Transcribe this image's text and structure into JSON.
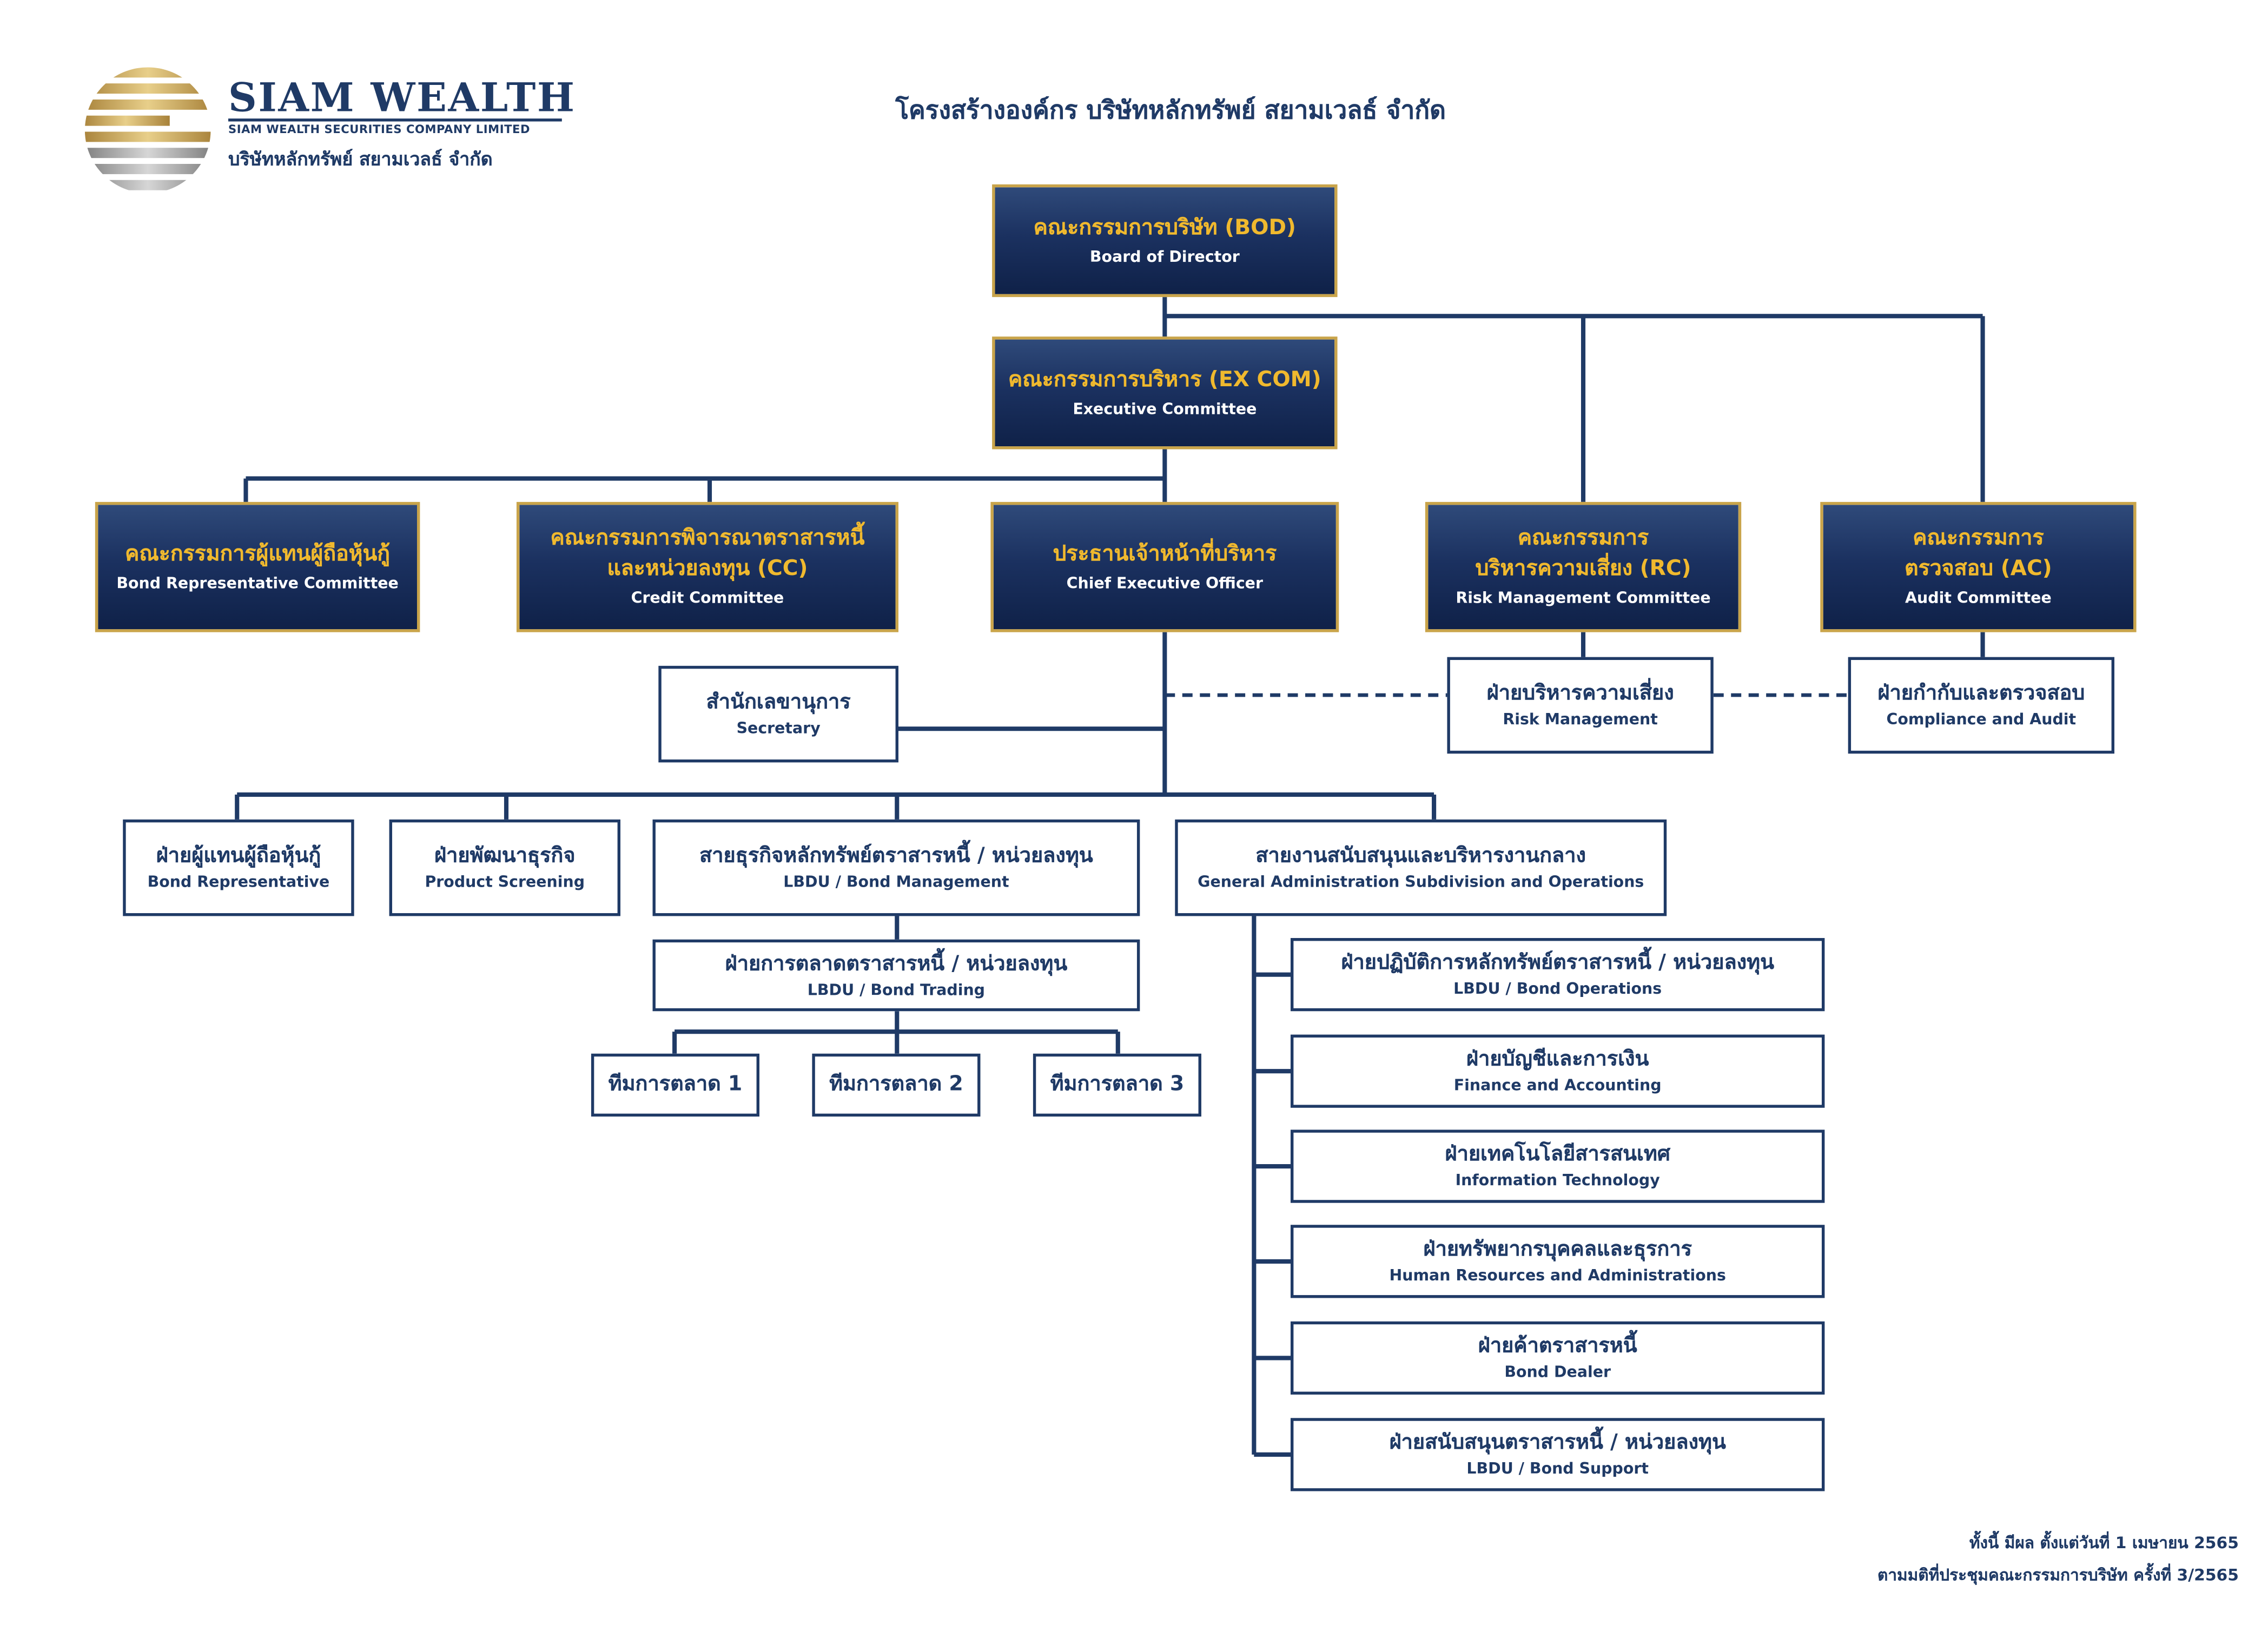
{
  "logo": {
    "wordmark": "SIAM WEALTH",
    "company_en": "SIAM WEALTH SECURITIES COMPANY LIMITED",
    "company_th": "บริษัทหลักทรัพย์ สยามเวลธ์ จำกัด"
  },
  "title": "โครงสร้างองค์กร บริษัทหลักทรัพย์ สยามเวลธ์ จำกัด",
  "colors": {
    "navy": "#1f3a66",
    "gold": "#f0b92e",
    "gold_border": "#c9a44a",
    "box_dark": "#1b3160"
  },
  "nodes": {
    "bod": {
      "th": "คณะกรรมการบริษัท (BOD)",
      "en": "Board of Director"
    },
    "excom": {
      "th": "คณะกรรมการบริหาร (EX COM)",
      "en": "Executive Committee"
    },
    "bond_rep_committee": {
      "th": "คณะกรรมการผู้แทนผู้ถือหุ้นกู้",
      "en": "Bond Representative Committee"
    },
    "credit_committee": {
      "th1": "คณะกรรมการพิจารณาตราสารหนี้",
      "th2": "และหน่วยลงทุน (CC)",
      "en": "Credit Committee"
    },
    "ceo": {
      "th": "ประธานเจ้าหน้าที่บริหาร",
      "en": "Chief Executive Officer"
    },
    "risk_committee": {
      "th1": "คณะกรรมการ",
      "th2": "บริหารความเสี่ยง (RC)",
      "en": "Risk Management Committee"
    },
    "audit_committee": {
      "th1": "คณะกรรมการ",
      "th2": "ตรวจสอบ (AC)",
      "en": "Audit Committee"
    },
    "secretary": {
      "th": "สำนักเลขานุการ",
      "en": "Secretary"
    },
    "risk_mgmt": {
      "th": "ฝ่ายบริหารความเสี่ยง",
      "en": "Risk Management"
    },
    "compliance": {
      "th": "ฝ่ายกำกับและตรวจสอบ",
      "en": "Compliance and Audit"
    },
    "bond_rep": {
      "th": "ฝ่ายผู้แทนผู้ถือหุ้นกู้",
      "en": "Bond Representative"
    },
    "product": {
      "th": "ฝ่ายพัฒนาธุรกิจ",
      "en": "Product Screening"
    },
    "lbdu_mgmt": {
      "th": "สายธุรกิจหลักทรัพย์ตราสารหนี้ / หน่วยลงทุน",
      "en": "LBDU / Bond Management"
    },
    "general_admin": {
      "th": "สายงานสนับสนุนและบริหารงานกลาง",
      "en": "General Administration Subdivision and Operations"
    },
    "bond_trading": {
      "th": "ฝ่ายการตลาดตราสารหนี้ / หน่วยลงทุน",
      "en": "LBDU / Bond Trading"
    },
    "team1": {
      "th": "ทีมการตลาด 1"
    },
    "team2": {
      "th": "ทีมการตลาด 2"
    },
    "team3": {
      "th": "ทีมการตลาด 3"
    },
    "bond_ops": {
      "th": "ฝ่ายปฏิบัติการหลักทรัพย์ตราสารหนี้ / หน่วยลงทุน",
      "en": "LBDU / Bond Operations"
    },
    "finance": {
      "th": "ฝ่ายบัญชีและการเงิน",
      "en": "Finance and Accounting"
    },
    "it": {
      "th": "ฝ่ายเทคโนโลยีสารสนเทศ",
      "en": "Information Technology"
    },
    "hr": {
      "th": "ฝ่ายทรัพยากรบุคคลและธุรการ",
      "en": "Human Resources and Administrations"
    },
    "bond_dealer": {
      "th": "ฝ่ายค้าตราสารหนี้",
      "en": "Bond Dealer"
    },
    "bond_support": {
      "th": "ฝ่ายสนับสนุนตราสารหนี้ / หน่วยลงทุน",
      "en": "LBDU / Bond Support"
    }
  },
  "note": {
    "line1": "ทั้งนี้ มีผล ตั้งแต่วันที่ 1 เมษายน 2565",
    "line2": "ตามมติที่ประชุมคณะกรรมการบริษัท ครั้งที่ 3/2565"
  }
}
